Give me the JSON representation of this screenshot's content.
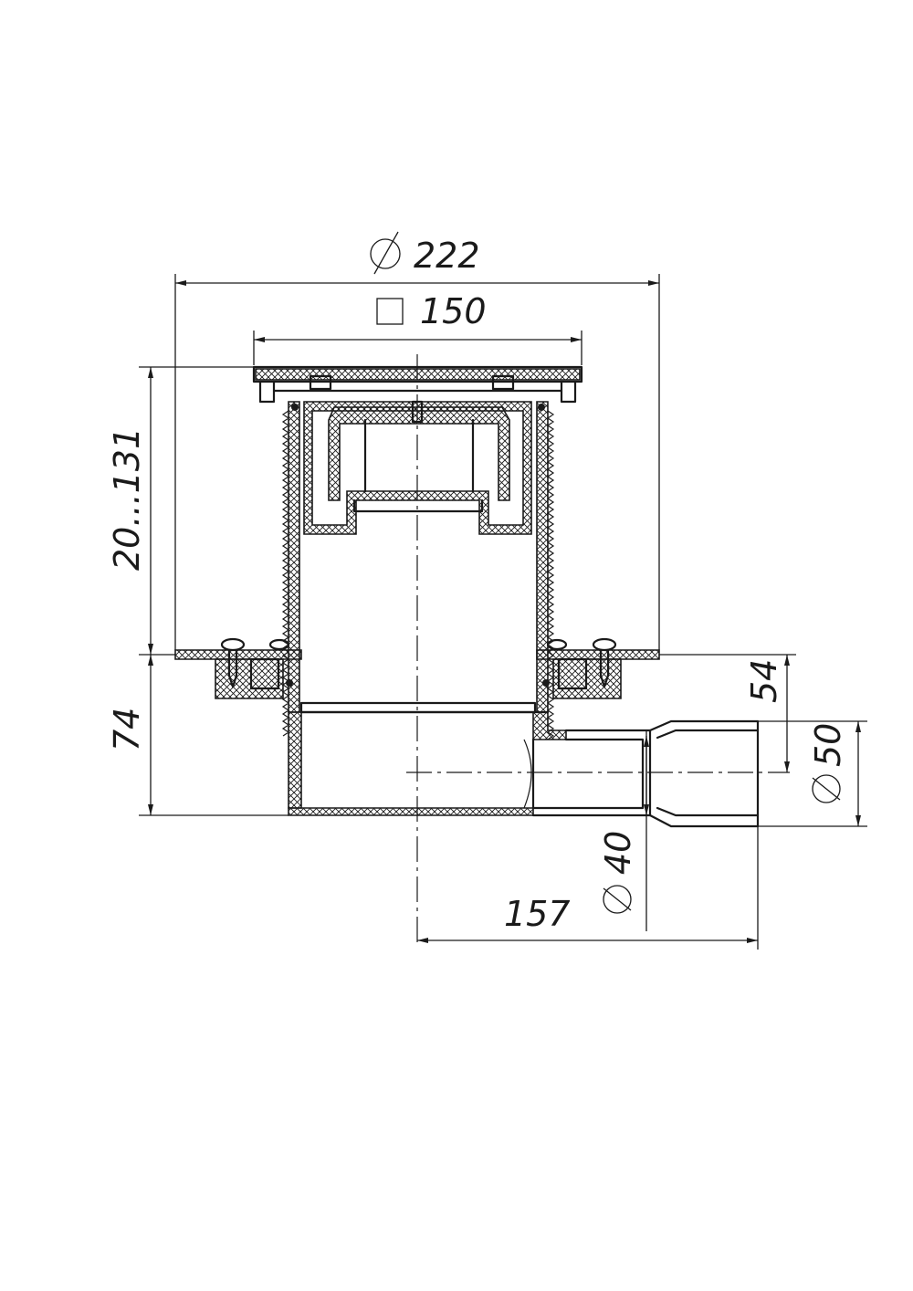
{
  "drawing": {
    "dimensions": {
      "outer_diameter": "222",
      "grate_square": "150",
      "height_range": "20...131",
      "body_height": "74",
      "outlet_axis_height": "54",
      "outlet_outer_diameter": "50",
      "outlet_inner_diameter": "40",
      "outlet_length": "157"
    },
    "symbols": {
      "diameter": "⌀",
      "square": "□"
    }
  }
}
